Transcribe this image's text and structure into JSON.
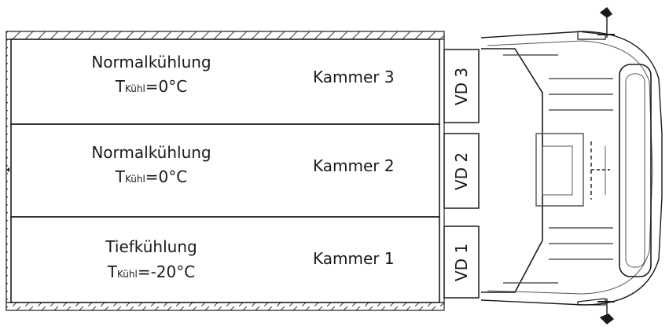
{
  "compartments": [
    {
      "mode": "Normalkühlung",
      "temp_prefix": "T",
      "temp_sub": "Kühl",
      "temp_value": "=0°C",
      "chamber": "Kammer 3",
      "vd": "VD 3"
    },
    {
      "mode": "Normalkühlung",
      "temp_prefix": "T",
      "temp_sub": "Kühl",
      "temp_value": "=0°C",
      "chamber": "Kammer 2",
      "vd": "VD 2"
    },
    {
      "mode": "Tiefkühlung",
      "temp_prefix": "T",
      "temp_sub": "Kühl",
      "temp_value": "=-20°C",
      "chamber": "Kammer 1",
      "vd": "VD 1"
    }
  ],
  "colors": {
    "line": "#1a1a1a",
    "hatch": "#3a3a3a",
    "background": "#ffffff",
    "cab_detail": "#555555"
  }
}
